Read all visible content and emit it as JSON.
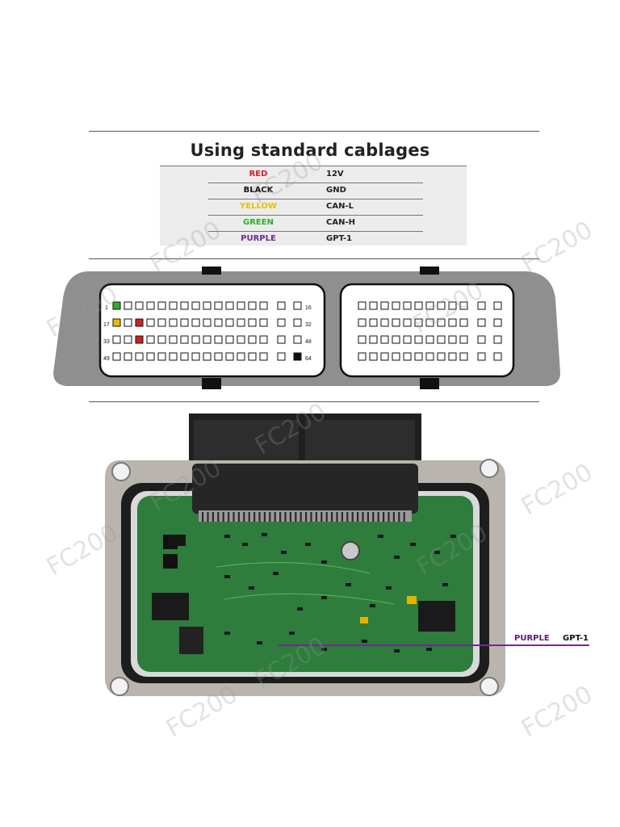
{
  "title": "Using  standard cablages",
  "legend": [
    {
      "color_name": "RED",
      "signal": "12V",
      "color": "#d32020"
    },
    {
      "color_name": "BLACK",
      "signal": "GND",
      "color": "#111111"
    },
    {
      "color_name": "YELLOW",
      "signal": "CAN-L",
      "color": "#e6c000"
    },
    {
      "color_name": "GREEN",
      "signal": "CAN-H",
      "color": "#2fae2f"
    },
    {
      "color_name": "PURPLE",
      "signal": "GPT-1",
      "color": "#6d2b8e"
    }
  ],
  "connector": {
    "left_block": {
      "row_start_labels": [
        "1",
        "17",
        "33",
        "49"
      ],
      "row_end_labels": [
        "16",
        "32",
        "48",
        "64"
      ],
      "highlighted_pins": [
        {
          "pin": 1,
          "color": "#2fae2f"
        },
        {
          "pin": 17,
          "color": "#e6c000"
        },
        {
          "pin": 19,
          "color": "#d32020"
        },
        {
          "pin": 35,
          "color": "#d32020"
        },
        {
          "pin": 64,
          "color": "#111111"
        }
      ]
    }
  },
  "callout": {
    "color_name": "PURPLE",
    "signal": "GPT-1"
  },
  "watermark": "FC200"
}
